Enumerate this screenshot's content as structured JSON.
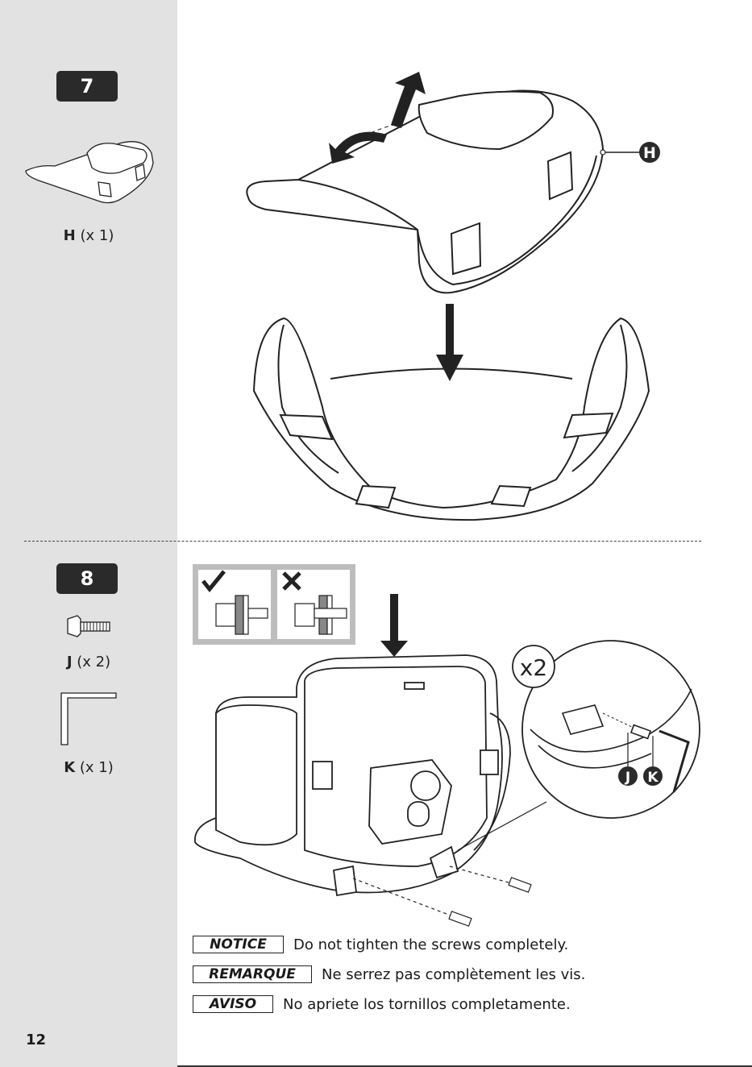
{
  "page": {
    "number": "12"
  },
  "step7": {
    "number": "7",
    "part": {
      "letter": "H",
      "qty": "(x 1)"
    },
    "callout": "H"
  },
  "step8": {
    "number": "8",
    "parts": [
      {
        "letter": "J",
        "qty": "(x 2)"
      },
      {
        "letter": "K",
        "qty": "(x 1)"
      }
    ],
    "zoom_multiplier": "x2",
    "callouts": [
      "J",
      "K"
    ]
  },
  "notices": [
    {
      "tag": "NOTICE",
      "text": "Do not tighten the screws completely."
    },
    {
      "tag": "REMARQUE",
      "text": "Ne serrez pas complètement les vis."
    },
    {
      "tag": "AVISO",
      "text": "No apriete los tornillos completamente."
    }
  ]
}
